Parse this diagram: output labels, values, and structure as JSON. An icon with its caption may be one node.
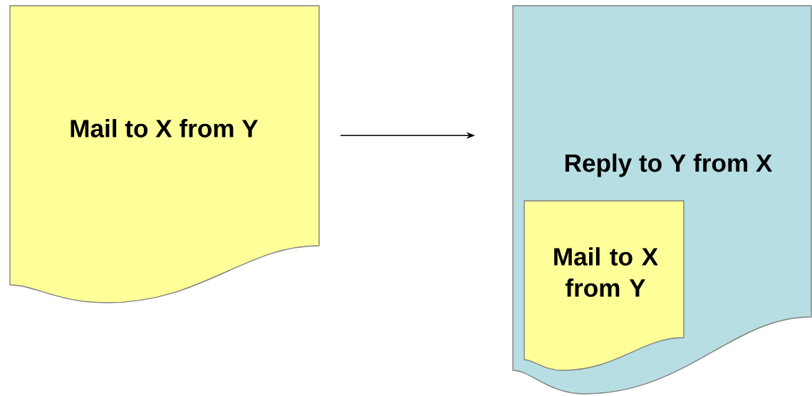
{
  "diagram": {
    "nodes": [
      {
        "text": [
          "Mail to X from Y"
        ]
      },
      {
        "text": [
          "Reply to Y from X"
        ]
      },
      {
        "text": [
          "Mail to X from Y"
        ],
        "in": 1
      }
    ],
    "edges": [
      {
        "from": 0,
        "to": 1,
        "arrow": "to"
      }
    ]
  }
}
